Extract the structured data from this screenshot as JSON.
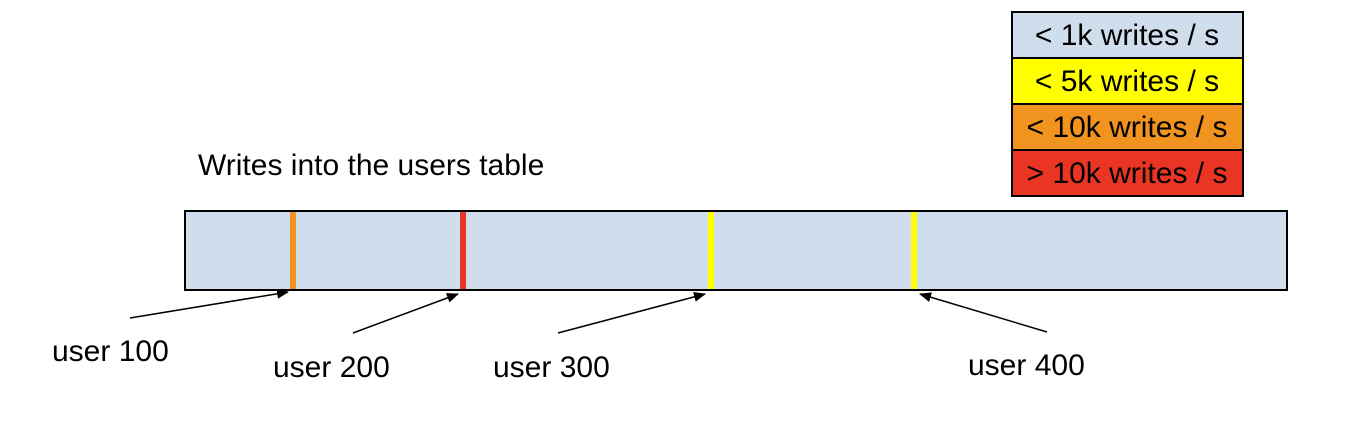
{
  "title": "Writes into the users table",
  "legend": {
    "items": [
      {
        "label": "< 1k writes / s",
        "color": "#cfdded"
      },
      {
        "label": "< 5k writes / s",
        "color": "#ffff00"
      },
      {
        "label": "< 10k writes / s",
        "color": "#f0931f"
      },
      {
        "label": "> 10k writes / s",
        "color": "#eb3524"
      }
    ]
  },
  "bar": {
    "fill": "#cfdded",
    "border_color": "#000000"
  },
  "markers": [
    {
      "label": "user 100",
      "color": "#f0931f",
      "rate": "< 10k writes / s"
    },
    {
      "label": "user 200",
      "color": "#eb3524",
      "rate": "> 10k writes / s"
    },
    {
      "label": "user 300",
      "color": "#ffff00",
      "rate": "< 5k writes / s"
    },
    {
      "label": "user 400",
      "color": "#ffff00",
      "rate": "< 5k writes / s"
    }
  ]
}
